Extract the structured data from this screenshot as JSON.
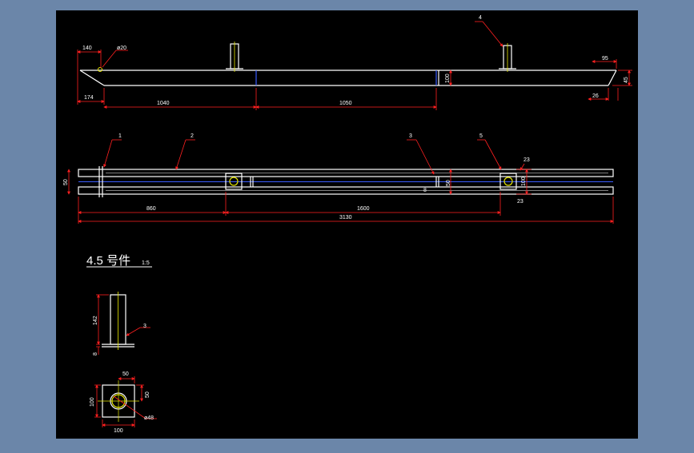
{
  "colors": {
    "frame": "#6b86a9",
    "canvas": "#000000",
    "line": "#ffffff",
    "dimension": "#ff2020",
    "centerline": "#e6e600",
    "accent": "#3a5cff"
  },
  "view_top": {
    "dims": {
      "d140": "140",
      "d20": "ø20",
      "d174": "174",
      "d1040": "1040",
      "d1050": "1050",
      "d100": "100",
      "d95": "95",
      "d45": "45",
      "d26": "26"
    },
    "callouts": {
      "c4": "4"
    }
  },
  "view_plan": {
    "dims": {
      "d50": "50",
      "d860": "860",
      "d1600": "1600",
      "d3130": "3130",
      "d8": "8",
      "d50b": "50",
      "d100b": "100",
      "d23a": "23",
      "d23b": "23"
    },
    "callouts": {
      "c1": "1",
      "c2": "2",
      "c3": "3",
      "c5": "5"
    }
  },
  "detail": {
    "title": "4.5 号件",
    "scale": "1:5",
    "dims": {
      "d142": "142",
      "d8": "8",
      "d50top": "50",
      "d50right": "50",
      "d100left": "100",
      "d100bottom": "100",
      "d48": "ø48"
    },
    "callouts": {
      "c3": "3"
    }
  }
}
